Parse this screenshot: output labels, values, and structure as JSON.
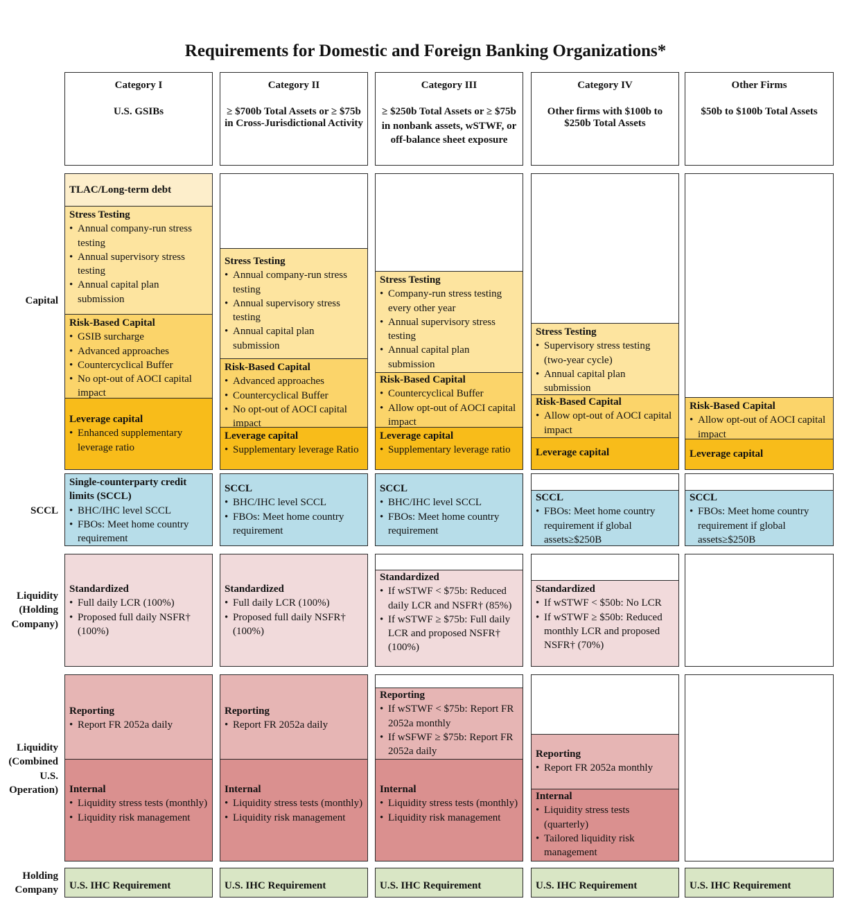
{
  "title": "Requirements for Domestic and Foreign Banking Organizations*",
  "row_labels": {
    "capital": "Capital",
    "sccl": "SCCL",
    "liquidity_holding": "Liquidity (Holding Company)",
    "liquidity_combined": "Liquidity (Combined U.S. Operation)",
    "holding_company": "Holding Company"
  },
  "headers": [
    {
      "category": "Category I",
      "description": "U.S. GSIBs"
    },
    {
      "category": "Category II",
      "description": "≥ $700b Total Assets or ≥ $75b in Cross-Jurisdictional Activity"
    },
    {
      "category": "Category III",
      "description": "≥ $250b Total Assets or ≥ $75b in nonbank assets, wSTWF, or off-balance sheet exposure"
    },
    {
      "category": "Category IV",
      "description": "Other firms with $100b to $250b Total Assets"
    },
    {
      "category": "Other Firms",
      "description": "$50b to $100b Total Assets"
    }
  ],
  "capital": [
    {
      "tlac": "TLAC/Long-term debt",
      "stress_testing": {
        "heading": "Stress Testing",
        "items": [
          "Annual company-run stress testing",
          "Annual supervisory stress testing",
          "Annual capital plan submission"
        ]
      },
      "risk_based": {
        "heading": "Risk-Based Capital",
        "items": [
          "GSIB surcharge",
          "Advanced approaches",
          "Countercyclical Buffer",
          "No opt-out of AOCI capital impact"
        ]
      },
      "leverage": {
        "heading": "Leverage capital",
        "items": [
          "Enhanced supplementary leverage ratio"
        ]
      }
    },
    {
      "stress_testing": {
        "heading": "Stress Testing",
        "items": [
          "Annual company-run stress testing",
          "Annual supervisory stress testing",
          "Annual capital plan submission"
        ]
      },
      "risk_based": {
        "heading": "Risk-Based Capital",
        "items": [
          "Advanced approaches",
          "Countercyclical Buffer",
          "No opt-out of AOCI capital impact"
        ]
      },
      "leverage": {
        "heading": "Leverage capital",
        "items": [
          "Supplementary leverage Ratio"
        ]
      }
    },
    {
      "stress_testing": {
        "heading": "Stress Testing",
        "items": [
          "Company-run stress testing every other year",
          "Annual supervisory stress testing",
          "Annual capital plan submission"
        ]
      },
      "risk_based": {
        "heading": "Risk-Based Capital",
        "items": [
          "Countercyclical Buffer",
          "Allow opt-out of AOCI capital impact"
        ]
      },
      "leverage": {
        "heading": "Leverage capital",
        "items": [
          "Supplementary leverage ratio"
        ]
      }
    },
    {
      "stress_testing": {
        "heading": "Stress Testing",
        "items": [
          "Supervisory stress testing (two-year cycle)",
          "Annual capital plan submission"
        ]
      },
      "risk_based": {
        "heading": "Risk-Based Capital",
        "items": [
          "Allow opt-out of AOCI capital impact"
        ]
      },
      "leverage": {
        "heading": "Leverage capital",
        "items": []
      }
    },
    {
      "risk_based": {
        "heading": "Risk-Based Capital",
        "items": [
          "Allow opt-out of AOCI capital impact"
        ]
      },
      "leverage": {
        "heading": "Leverage capital",
        "items": []
      }
    }
  ],
  "sccl": [
    {
      "heading": "Single-counterparty credit limits (SCCL)",
      "items": [
        "BHC/IHC level SCCL",
        "FBOs: Meet home country requirement"
      ]
    },
    {
      "heading": "SCCL",
      "items": [
        "BHC/IHC level SCCL",
        "FBOs: Meet home country requirement"
      ]
    },
    {
      "heading": "SCCL",
      "items": [
        "BHC/IHC level SCCL",
        "FBOs: Meet home country requirement"
      ]
    },
    {
      "heading": "SCCL",
      "items": [
        "FBOs: Meet home country requirement if global assets≥$250B"
      ]
    },
    {
      "heading": "SCCL",
      "items": [
        "FBOs: Meet home country requirement if global assets≥$250B"
      ]
    }
  ],
  "liquidity_holding": [
    {
      "heading": "Standardized",
      "items": [
        "Full daily LCR (100%)",
        "Proposed full daily NSFR† (100%)"
      ]
    },
    {
      "heading": "Standardized",
      "items": [
        "Full daily LCR (100%)",
        "Proposed full daily NSFR† (100%)"
      ]
    },
    {
      "heading": "Standardized",
      "items": [
        "If wSTWF < $75b: Reduced daily LCR and NSFR† (85%)",
        "If wSTWF ≥ $75b: Full daily LCR and proposed NSFR† (100%)"
      ]
    },
    {
      "heading": "Standardized",
      "items": [
        "If wSTWF < $50b: No LCR",
        "If wSTWF ≥ $50b: Reduced monthly LCR and proposed NSFR† (70%)"
      ]
    }
  ],
  "liquidity_combined": [
    {
      "reporting": {
        "heading": "Reporting",
        "items": [
          "Report FR 2052a daily"
        ]
      },
      "internal": {
        "heading": "Internal",
        "items": [
          "Liquidity stress tests (monthly)",
          "Liquidity risk management"
        ]
      }
    },
    {
      "reporting": {
        "heading": "Reporting",
        "items": [
          "Report FR 2052a daily"
        ]
      },
      "internal": {
        "heading": "Internal",
        "items": [
          "Liquidity stress tests (monthly)",
          "Liquidity risk management"
        ]
      }
    },
    {
      "reporting": {
        "heading": "Reporting",
        "items": [
          "If wSTWF < $75b: Report FR 2052a monthly",
          "If wSFWF  ≥ $75b: Report FR 2052a daily"
        ]
      },
      "internal": {
        "heading": "Internal",
        "items": [
          "Liquidity stress tests (monthly)",
          "Liquidity risk management"
        ]
      }
    },
    {
      "reporting": {
        "heading": "Reporting",
        "items": [
          "Report FR 2052a monthly"
        ]
      },
      "internal": {
        "heading": "Internal",
        "items": [
          "Liquidity stress tests (quarterly)",
          "Tailored liquidity risk management"
        ]
      }
    }
  ],
  "holding_company": [
    "U.S. IHC Requirement",
    "U.S. IHC Requirement",
    "U.S. IHC Requirement",
    "U.S. IHC Requirement",
    "U.S. IHC Requirement"
  ],
  "colors": {
    "tlac": "#fdeecb",
    "stress_testing": "#fde49f",
    "risk_based": "#fbd46a",
    "leverage": "#f8bc1a",
    "sccl": "#b7dde9",
    "standardized": "#f1dadb",
    "reporting": "#e6b5b4",
    "internal": "#da908f",
    "ihc": "#d9e6c5"
  }
}
